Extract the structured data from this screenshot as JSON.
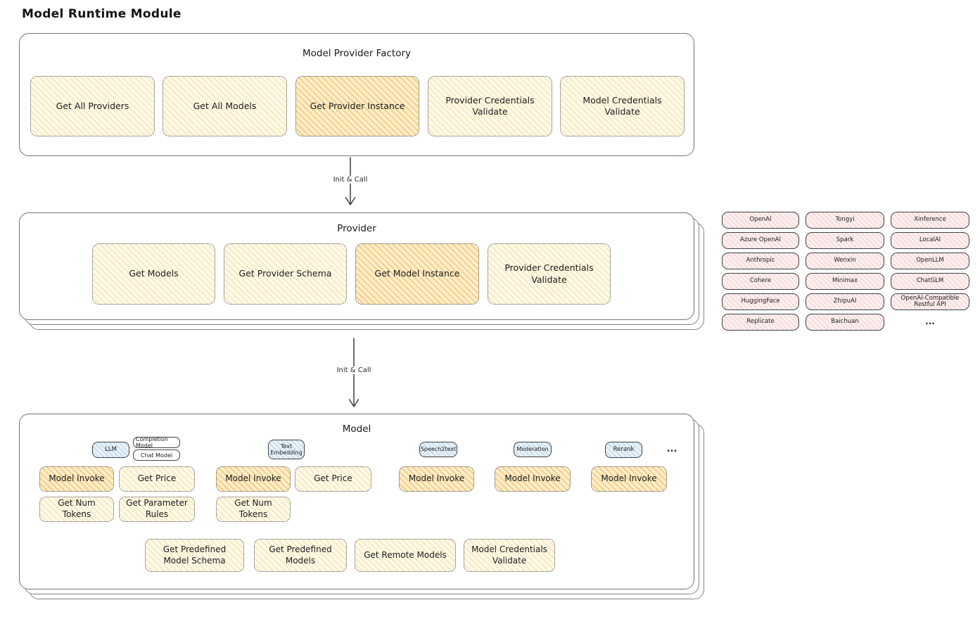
{
  "page_title": "Model Runtime Module",
  "factory": {
    "title": "Model Provider Factory",
    "nodes": [
      {
        "label": "Get All Providers",
        "highlight": false
      },
      {
        "label": "Get All Models",
        "highlight": false
      },
      {
        "label": "Get Provider Instance",
        "highlight": true
      },
      {
        "label": "Provider Credentials Validate",
        "highlight": false
      },
      {
        "label": "Model Credentials Validate",
        "highlight": false
      }
    ]
  },
  "arrows": [
    {
      "label": "Init & Call"
    },
    {
      "label": "Init & Call"
    }
  ],
  "provider": {
    "title": "Provider",
    "nodes": [
      {
        "label": "Get Models",
        "highlight": false
      },
      {
        "label": "Get Provider Schema",
        "highlight": false
      },
      {
        "label": "Get Model Instance",
        "highlight": true
      },
      {
        "label": "Provider Credentials Validate",
        "highlight": false
      }
    ]
  },
  "provider_list": {
    "rows": [
      [
        "OpenAI",
        "Tongyi",
        "Xinference"
      ],
      [
        "Azure OpenAI",
        "Spark",
        "LocalAI"
      ],
      [
        "Anthropic",
        "Wenxin",
        "OpenLLM"
      ],
      [
        "Cohere",
        "Minimax",
        "ChatGLM"
      ],
      [
        "HuggingFace",
        "ZhipuAI",
        "OpenAI-Compatible Restful API"
      ],
      [
        "Replicate",
        "Baichuan",
        "..."
      ]
    ]
  },
  "model": {
    "title": "Model",
    "type_tags": {
      "llm": "LLM",
      "completion": "Completion Model",
      "chat": "Chat Model",
      "text_embedding": "Text Embedding",
      "speech2text": "Speech2text",
      "moderation": "Moderation",
      "rerank": "Rerank",
      "more": "..."
    },
    "functions": {
      "model_invoke": "Model Invoke",
      "get_price": "Get Price",
      "get_num_tokens": "Get Num Tokens",
      "get_parameter_rules": "Get Parameter Rules",
      "get_predefined_model_schema": "Get Predefined Model Schema",
      "get_predefined_models": "Get Predefined Models",
      "get_remote_models": "Get Remote Models",
      "model_credentials_validate": "Model Credentials Validate"
    }
  }
}
